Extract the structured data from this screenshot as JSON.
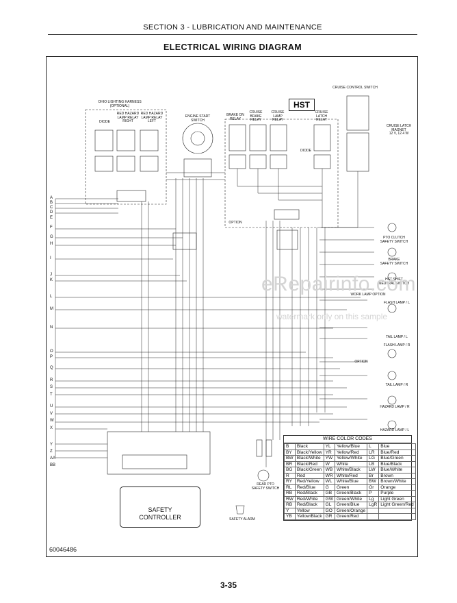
{
  "header": "SECTION 3 - LUBRICATION AND MAINTENANCE",
  "title": "ELECTRICAL WIRING DIAGRAM",
  "page_number": "3-35",
  "document_id": "60046486",
  "watermark": {
    "main": "eRepairinfo.com",
    "sub": "watermark only on this sample"
  },
  "hst_label": "HST",
  "safety_controller": "SAFETY\nCONTROLLER",
  "component_labels": {
    "ohio": "OHIO LIGHTING HARNESS\n(OPTIONAL)",
    "diode_left": "DIODE",
    "red_hazard_right": "RED HAZARD\nLAMP RELAY\nRIGHT",
    "red_hazard_left": "RED HAZARD\nLAMP RELAY\nLEFT",
    "engine_start": "ENGINE START\nSWITCH",
    "brake_on": "BRAKE ON\nRELAY",
    "cruise_brake": "CRUISE\nBRAKE\nRELAY",
    "cruise_lamp": "CRUISE\nLAMP\nRELAY",
    "cruise_latch": "CRUISE\nLATCH\nRELAY",
    "cruise_control_switch": "CRUISE CONTROL SWITCH",
    "cruise_latch_magnet": "CRUISE LATCH\nMAGNET\n12 V, 12.4 W",
    "diode_mid": "DIODE",
    "option": "OPTION",
    "pto_clutch": "PTO CLUTCH\nSAFETY SWITCH",
    "brake_switch": "BRAKE\nSAFETY SWITCH",
    "hst_shift": "HST SHIFT\nNEUTRAL SWITCH",
    "work_lamp": "WORK LAMP OPTION",
    "flash_lamp_l": "FLASH LAMP / L",
    "tail_lamp_l": "TAIL LAMP / L",
    "flash_lamp_r": "FLASH LAMP / R",
    "tail_lamp_r": "TAIL LAMP / R",
    "hazard_r": "HAZARD LAMP / R",
    "hazard_l": "HAZARD LAMP / L",
    "rear_pto": "REAR PTO\nSAFETY SWITCH",
    "safety_alarm": "SAFETY ALARM",
    "option_small": "OPTION"
  },
  "row_letters": [
    "A",
    "B",
    "C",
    "D",
    "E",
    "F",
    "G",
    "H",
    "I",
    "J",
    "K",
    "L",
    "M",
    "N",
    "O",
    "P",
    "Q",
    "R",
    "S",
    "T",
    "U",
    "V",
    "W",
    "X",
    "Y",
    "Z",
    "AA",
    "BB"
  ],
  "wire_color_codes": {
    "title": "WIRE COLOR CODES",
    "rows": [
      [
        "B",
        "Black",
        "YL",
        "Yellow/Blue",
        "L",
        "Blue"
      ],
      [
        "BY",
        "Black/Yellow",
        "YR",
        "Yellow/Red",
        "LR",
        "Blue/Red"
      ],
      [
        "BW",
        "Black/White",
        "YW",
        "Yellow/White",
        "LG",
        "Blue/Green"
      ],
      [
        "BR",
        "Black/Red",
        "W",
        "White",
        "LB",
        "Blue/Black"
      ],
      [
        "BG",
        "Black/Green",
        "WB",
        "White/Black",
        "LW",
        "Blue/White"
      ],
      [
        "R",
        "Red",
        "WR",
        "White/Red",
        "Br",
        "Brown"
      ],
      [
        "RY",
        "Red/Yellow",
        "WL",
        "White/Blue",
        "BW",
        "Brown/White"
      ],
      [
        "RL",
        "Red/Blue",
        "G",
        "Green",
        "Or",
        "Orange"
      ],
      [
        "RB",
        "Red/Black",
        "GB",
        "Green/Black",
        "P",
        "Purple"
      ],
      [
        "RW",
        "Red/White",
        "GW",
        "Green/White",
        "Lg",
        "Light Green"
      ],
      [
        "RB",
        "Red/Black",
        "GL",
        "Green/Blue",
        "LgR",
        "Light Green/Red"
      ],
      [
        "Y",
        "Yellow",
        "GO",
        "Green/Orange",
        "",
        ""
      ],
      [
        "YB",
        "Yellow/Black",
        "GR",
        "Green/Red",
        "",
        ""
      ]
    ]
  }
}
